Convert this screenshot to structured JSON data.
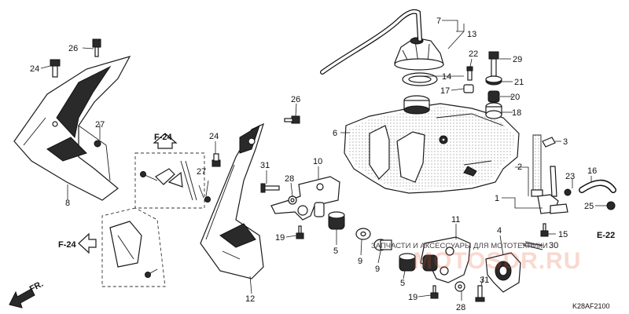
{
  "diagram": {
    "code": "K28AF2100",
    "watermark_line": "ЗАПЧАСТИ И АКСЕССУАРЫ ДЛЯ МОТОТЕХНИКИ",
    "watermark_brand": "MOTOSDR.RU",
    "refs": {
      "f24_a": "F-24",
      "f24_b": "F-24",
      "e22": "E-22",
      "fr": "FR."
    },
    "labels": {
      "p1": "1",
      "p2": "2",
      "p3": "3",
      "p4": "4",
      "p5a": "5",
      "p5b": "5",
      "p6": "6",
      "p7": "7",
      "p8": "8",
      "p9a": "9",
      "p9b": "9",
      "p10": "10",
      "p11": "11",
      "p12": "12",
      "p13": "13",
      "p14": "14",
      "p15": "15",
      "p16": "16",
      "p17": "17",
      "p18": "18",
      "p19a": "19",
      "p19b": "19",
      "p20": "20",
      "p21": "21",
      "p22": "22",
      "p23": "23",
      "p24a": "24",
      "p24b": "24",
      "p25": "25",
      "p26a": "26",
      "p26b": "26",
      "p27a": "27",
      "p27b": "27",
      "p28a": "28",
      "p28b": "28",
      "p29": "29",
      "p30": "30",
      "p31a": "31",
      "p31b": "31"
    }
  }
}
